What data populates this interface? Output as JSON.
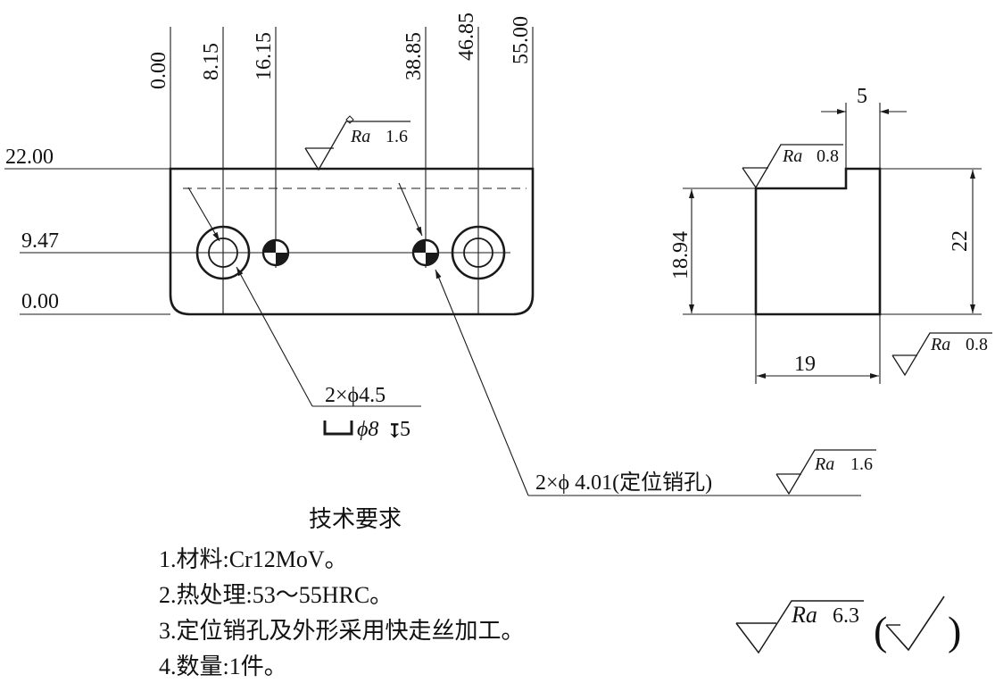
{
  "front_view": {
    "x_ordinates": [
      "0.00",
      "8.15",
      "16.15",
      "38.85",
      "46.85",
      "55.00"
    ],
    "y_ordinates": [
      "22.00",
      "9.47",
      "0.00"
    ],
    "roughness_top": {
      "symbol": "Ra",
      "value": "1.6"
    },
    "hole_callout_1": {
      "line1": "2×ϕ4.5",
      "counterbore_symbol": "⌴",
      "line2_diameter": "ϕ8",
      "depth_symbol": "↧",
      "line2_depth": "5"
    },
    "hole_callout_2": {
      "text": "2×ϕ 4.01(定位销孔)",
      "roughness": {
        "symbol": "Ra",
        "value": "1.6"
      }
    }
  },
  "side_view": {
    "dim_step_width": "5",
    "dim_total_height": "22",
    "dim_left_height": "18.94",
    "dim_width": "19",
    "roughness_top": {
      "symbol": "Ra",
      "value": "0.8"
    },
    "roughness_bottom": {
      "symbol": "Ra",
      "value": "0.8"
    }
  },
  "tech_requirements": {
    "title": "技术要求",
    "items": [
      "1.材料:Cr12MoV。",
      "2.热处理:53～55HRC。",
      "3.定位销孔及外形采用快走丝加工。",
      "4.数量:1件。"
    ]
  },
  "general_roughness": {
    "symbol": "Ra",
    "value": "6.3",
    "open_paren": "(",
    "close_paren": ")"
  }
}
